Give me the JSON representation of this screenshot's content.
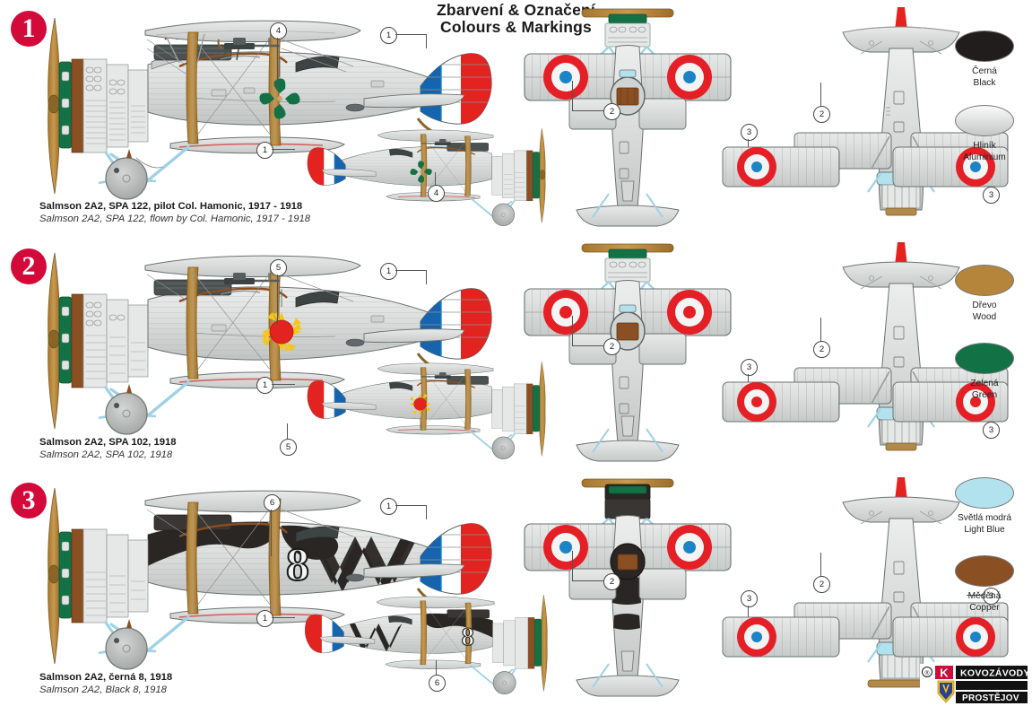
{
  "header": {
    "title_cz": "Zbarvení & Označení",
    "title_en": "Colours & Markings"
  },
  "variants": [
    {
      "number": "1",
      "caption_cz": "Salmson 2A2, SPA 122, pilot Col. Hamonic, 1917 - 1918",
      "caption_en": "Salmson 2A2, SPA 122, flown by Col. Hamonic, 1917 - 1918",
      "marking": "green-four-leaf-clover",
      "callouts": [
        "4",
        "1",
        "1",
        "4",
        "2",
        "2",
        "3",
        "3"
      ]
    },
    {
      "number": "2",
      "caption_cz": "Salmson 2A2, SPA 102, 1918",
      "caption_en": "Salmson 2A2, SPA 102, 1918",
      "marking": "red-sun-with-yellow-rays",
      "callouts": [
        "5",
        "1",
        "1",
        "5",
        "2",
        "2",
        "3",
        "3"
      ]
    },
    {
      "number": "3",
      "caption_cz": "Salmson 2A2, černá  8, 1918",
      "caption_en": "Salmson 2A2, Black 8, 1918",
      "marking": "black-zigzag-and-number-8",
      "fuselage_number": "8",
      "callouts": [
        "6",
        "1",
        "1",
        "6",
        "2",
        "2",
        "3",
        "3"
      ]
    }
  ],
  "legend": [
    {
      "cz": "Černá",
      "en": "Black",
      "hex": "#211d1c"
    },
    {
      "cz": "Hliník",
      "en": "Aluminium",
      "hex": "#e3e5e4"
    },
    {
      "cz": "Dřevo",
      "en": "Wood",
      "hex": "#b5853c"
    },
    {
      "cz": "Zelená",
      "en": "Green",
      "hex": "#127145"
    },
    {
      "cz": "Světlá modrá",
      "en": "Light Blue",
      "hex": "#b2e2ee"
    },
    {
      "cz": "Měděná",
      "en": "Copper",
      "hex": "#8a4f22"
    }
  ],
  "palette": {
    "accent_red": "#d3093a",
    "roundel_red": "#e41f26",
    "roundel_blue": "#1b83c6",
    "flag_blue": "#1664ad",
    "flag_red": "#e2231f",
    "wood": "#b5853c",
    "green": "#127145",
    "light_blue": "#b2e2ee",
    "copper": "#8a4f22",
    "airframe": "#d9dbda",
    "airframe_dark": "#b9bdbc",
    "outline": "#5c6366"
  },
  "logo": {
    "line1": "KOVOZÁVODY",
    "line2": "PROSTĚJOV",
    "mark": "K",
    "registered": "®"
  }
}
